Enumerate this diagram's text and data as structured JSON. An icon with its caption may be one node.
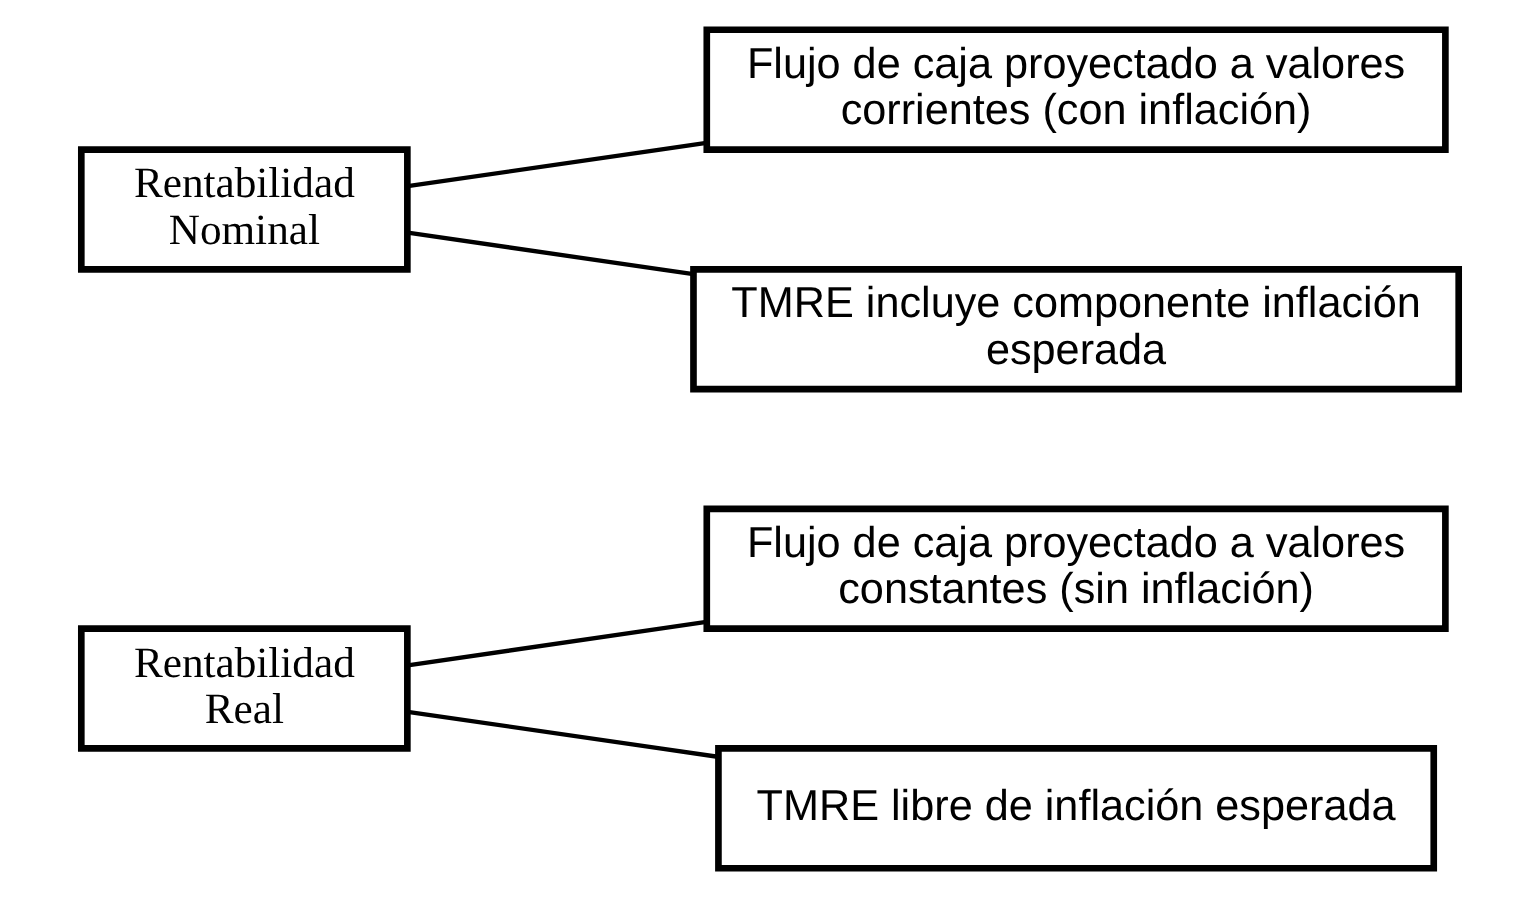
{
  "diagram": {
    "nodes": [
      {
        "text": [
          "Rentabilidad Real"
        ]
      },
      {
        "text": [
          "Flujo de caja proyectado a valores constantes (sin inflación)"
        ]
      },
      {
        "text": [
          "TMRE libre de inflación esperada"
        ]
      },
      {
        "text": [
          "Rentabilidad Nominal"
        ]
      },
      {
        "text": [
          "Flujo de caja proyectado a valores corrientes (con inflación)"
        ]
      },
      {
        "text": [
          "TMRE incluye componente inflación esperada"
        ]
      }
    ],
    "edges": [
      {
        "from": 0,
        "to": 1,
        "arrow": "none"
      },
      {
        "from": 0,
        "to": 2,
        "arrow": "none"
      },
      {
        "from": 3,
        "to": 4,
        "arrow": "none"
      },
      {
        "from": 3,
        "to": 5,
        "arrow": "none"
      }
    ]
  }
}
